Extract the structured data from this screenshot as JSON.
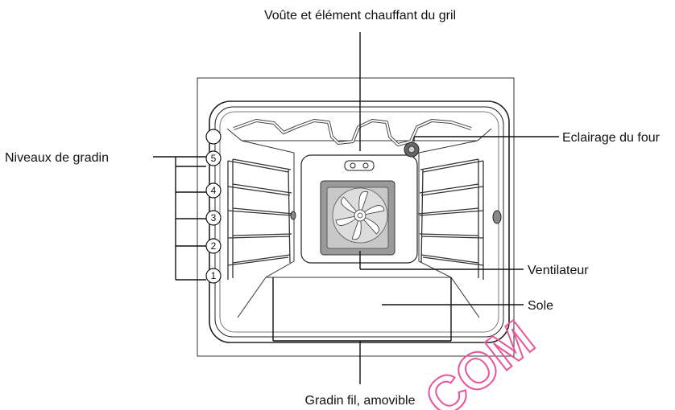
{
  "labels": {
    "vault": "Voûte et élément chauffant du gril",
    "lamp": "Eclairage du four",
    "levels": "Niveaux de gradin",
    "fan": "Ventilateur",
    "floor": "Sole",
    "rack": "Gradin fil, amovible"
  },
  "levels": [
    "5",
    "4",
    "3",
    "2",
    "1"
  ],
  "watermark": "COM",
  "colors": {
    "line": "#222222",
    "fan_box": "#9a9a9a",
    "fan_inner": "#c8c8c8",
    "watermark": "#e8559a"
  }
}
